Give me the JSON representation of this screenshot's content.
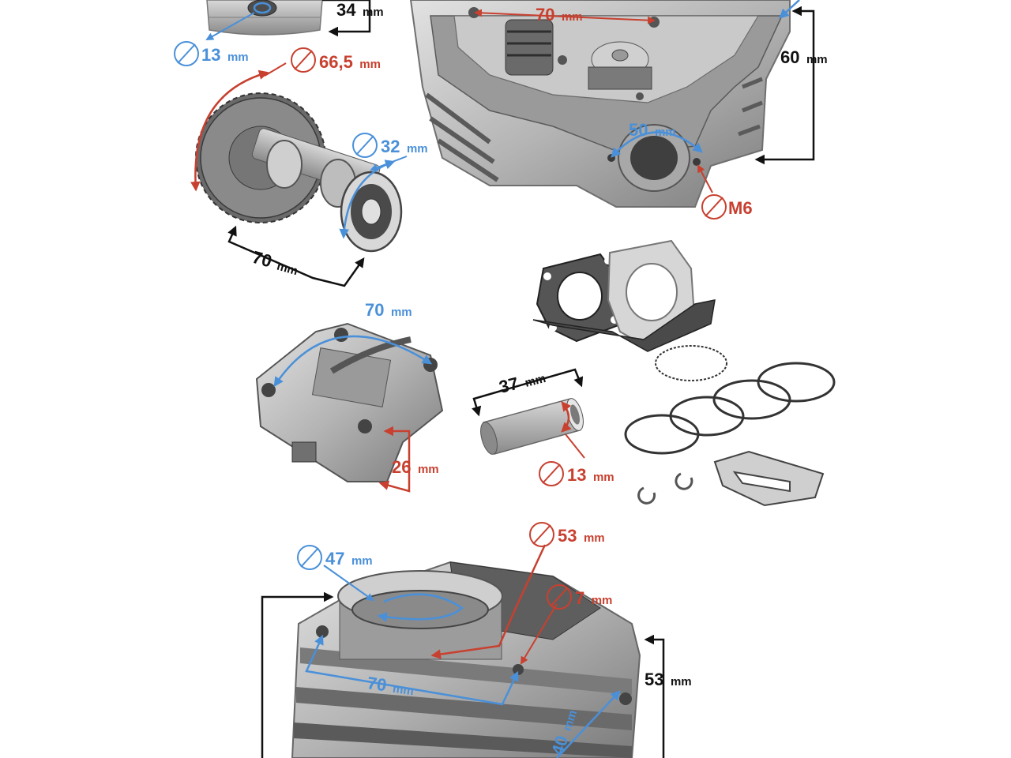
{
  "colors": {
    "blue": "#4a90d9",
    "red": "#c8402f",
    "black": "#111111",
    "metal": "#b8b8b8",
    "metal_dark": "#6f6f6f"
  },
  "units": {
    "mm": "mm"
  },
  "labels": {
    "piston_height": "34",
    "piston_pin_dia": "13",
    "gear_dia": "66,5",
    "bearing_dia": "32",
    "camshaft_length": "70",
    "head_bolt_spacing": "70",
    "head_height": "60",
    "head_port_spacing": "50",
    "head_thread": "M6",
    "rocker_spacing": "70",
    "rocker_height": "26",
    "pin_length": "37",
    "pin_dia": "13",
    "cyl_bore": "47",
    "cyl_outer": "53",
    "cyl_hole": "7",
    "cyl_bolt_spacing": "70",
    "cyl_height": "53",
    "cyl_side": "40"
  }
}
